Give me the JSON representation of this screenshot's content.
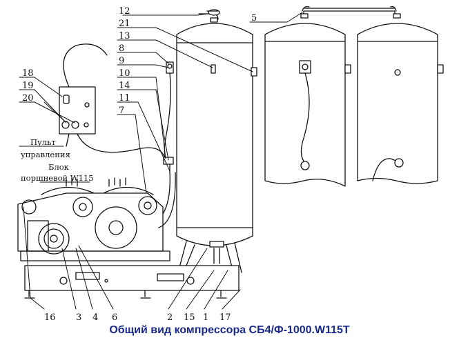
{
  "caption": "Общий вид компрессора СБ4/Ф-1000.W115Т",
  "labels": {
    "remote_line1": "Пульт",
    "remote_line2": "управления",
    "block_line1": "Блок",
    "block_line2": "поршневой W115"
  },
  "callouts": {
    "n12": "12",
    "n5": "5",
    "n21": "21",
    "n13": "13",
    "n8": "8",
    "n9": "9",
    "n10": "10",
    "n14": "14",
    "n11": "11",
    "n7": "7",
    "n18": "18",
    "n19": "19",
    "n20": "20",
    "n16": "16",
    "n3": "3",
    "n4": "4",
    "n6": "6",
    "n2": "2",
    "n15": "15",
    "n1": "1",
    "n17": "17"
  }
}
